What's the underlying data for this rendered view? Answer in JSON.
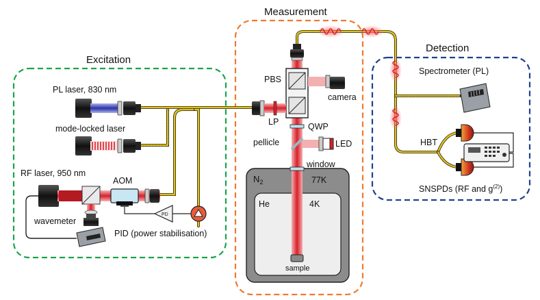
{
  "sections": {
    "excitation": "Excitation",
    "measurement": "Measurement",
    "detection": "Detection"
  },
  "excitation": {
    "pl_laser": "PL laser, 830 nm",
    "mode_locked": "mode-locked laser",
    "rf_laser": "RF laser, 950 nm",
    "aom": "AOM",
    "wavemeter": "wavemeter",
    "pid": "PID (power stabilisation)",
    "pd_label": "PD"
  },
  "measurement": {
    "pbs": "PBS",
    "camera": "camera",
    "lp": "LP",
    "qwp": "QWP",
    "pellicle": "pellicle",
    "led": "LED",
    "window": "window",
    "n2": "N",
    "n2_sub": "2",
    "t77": "77K",
    "he": "He",
    "t4": "4K",
    "sample": "sample"
  },
  "detection": {
    "spectrometer": "Spectrometer (PL)",
    "hbt": "HBT",
    "snspds_prefix": "SNSPDs (RF and g",
    "snspds_sup": "(2)",
    "snspds_suffix": ")"
  },
  "colors": {
    "excitation_border": "#1aa34a",
    "measurement_border": "#ee7a2e",
    "detection_border": "#1f3f8f",
    "fiber": "#e2c21a",
    "beam_red": "#d8202a",
    "beam_blue": "#3a3fb0"
  }
}
